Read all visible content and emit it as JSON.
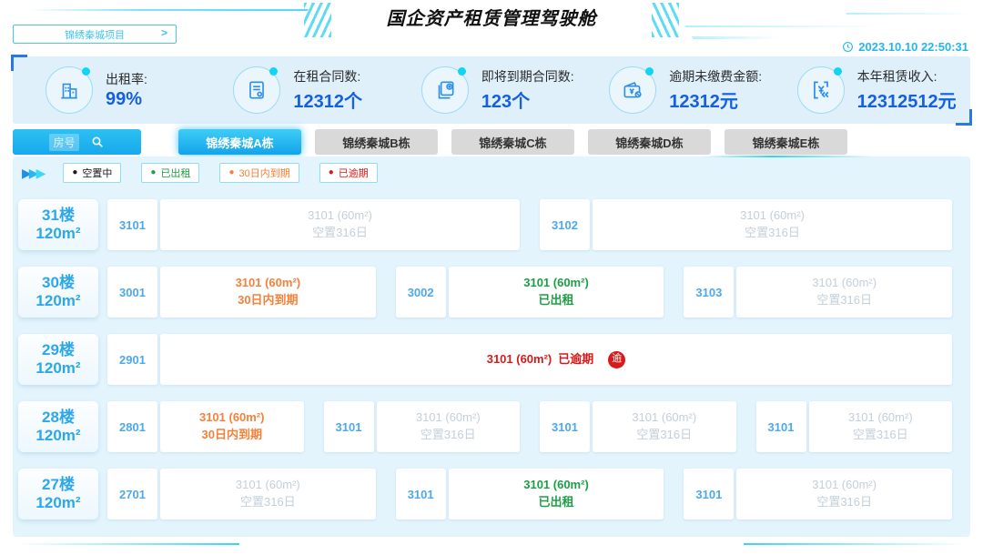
{
  "header": {
    "title": "国企资产租赁管理驾驶舱",
    "project_button": "锦绣秦城项目",
    "timestamp": "2023.10.10 22:50:31"
  },
  "kpis": [
    {
      "icon": "building-icon",
      "label": "出租率:",
      "value": "99%"
    },
    {
      "icon": "contract-icon",
      "label": "在租合同数:",
      "value": "12312个"
    },
    {
      "icon": "expiring-contract-icon",
      "label": "即将到期合同数:",
      "value": "123个"
    },
    {
      "icon": "overdue-fee-icon",
      "label": "逾期未缴费金额:",
      "value": "12312元"
    },
    {
      "icon": "income-icon",
      "label": "本年租赁收入:",
      "value": "12312512元"
    }
  ],
  "toolbar": {
    "search_placeholder": "房号",
    "tabs": [
      {
        "label": "锦绣秦城A栋",
        "active": true
      },
      {
        "label": "锦绣秦城B栋",
        "active": false
      },
      {
        "label": "锦绣秦城C栋",
        "active": false
      },
      {
        "label": "锦绣秦城D栋",
        "active": false
      },
      {
        "label": "锦绣秦城E栋",
        "active": false
      }
    ]
  },
  "legend": [
    {
      "label": "空置中",
      "state": "vacant",
      "color": "#1a1a1a"
    },
    {
      "label": "已出租",
      "state": "rented",
      "color": "#1d9e44"
    },
    {
      "label": "30日内到期",
      "state": "expiring",
      "color": "#f5813a"
    },
    {
      "label": "已逾期",
      "state": "overdue",
      "color": "#d71a1a"
    }
  ],
  "overdue_badge": "逾",
  "colors": {
    "accent_cyan": "#2fd0f2",
    "kpi_value_blue": "#155fe0",
    "corner_blue": "#2a79e2",
    "vacant_gray": "#c3cfda",
    "rented_green": "#1d9e44",
    "expiring_orange": "#f5813a",
    "overdue_red": "#d71a1a",
    "floor_blue": "#2ba7ea"
  },
  "floors": [
    {
      "floor": "31楼",
      "area": "120m²",
      "rooms": [
        {
          "number": "3101",
          "title": "3101 (60m²)",
          "status": "空置316日",
          "state": "vacant"
        },
        {
          "number": "3102",
          "title": "3101 (60m²)",
          "status": "空置316日",
          "state": "vacant"
        }
      ]
    },
    {
      "floor": "30楼",
      "area": "120m²",
      "rooms": [
        {
          "number": "3001",
          "title": "3101 (60m²)",
          "status": "30日内到期",
          "state": "expiring"
        },
        {
          "number": "3002",
          "title": "3101 (60m²)",
          "status": "已出租",
          "state": "rented"
        },
        {
          "number": "3103",
          "title": "3101 (60m²)",
          "status": "空置316日",
          "state": "vacant"
        }
      ]
    },
    {
      "floor": "29楼",
      "area": "120m²",
      "rooms": [
        {
          "number": "2901",
          "title": "3101 (60m²)",
          "status": "已逾期",
          "state": "overdue"
        }
      ]
    },
    {
      "floor": "28楼",
      "area": "120m²",
      "rooms": [
        {
          "number": "2801",
          "title": "3101 (60m²)",
          "status": "30日内到期",
          "state": "expiring"
        },
        {
          "number": "3101",
          "title": "3101 (60m²)",
          "status": "空置316日",
          "state": "vacant"
        },
        {
          "number": "3101",
          "title": "3101 (60m²)",
          "status": "空置316日",
          "state": "vacant"
        },
        {
          "number": "3101",
          "title": "3101 (60m²)",
          "status": "空置316日",
          "state": "vacant"
        }
      ]
    },
    {
      "floor": "27楼",
      "area": "120m²",
      "rooms": [
        {
          "number": "2701",
          "title": "3101 (60m²)",
          "status": "空置316日",
          "state": "vacant"
        },
        {
          "number": "3101",
          "title": "3101 (60m²)",
          "status": "已出租",
          "state": "rented"
        },
        {
          "number": "3101",
          "title": "3101 (60m²)",
          "status": "空置316日",
          "state": "vacant"
        }
      ]
    }
  ]
}
